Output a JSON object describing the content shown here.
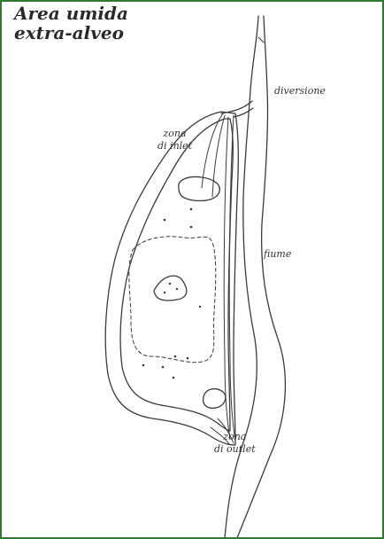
{
  "title": {
    "line1": "Area umida",
    "line2": "extra-alveo"
  },
  "labels": {
    "diversione": "diversione",
    "inlet_line1": "zona",
    "inlet_line2": "di inlet",
    "fiume": "fiume",
    "outlet_line1": "zona",
    "outlet_line2": "di outlet"
  },
  "colors": {
    "border": "#2f7a2f",
    "ink": "#3a3a3a"
  }
}
